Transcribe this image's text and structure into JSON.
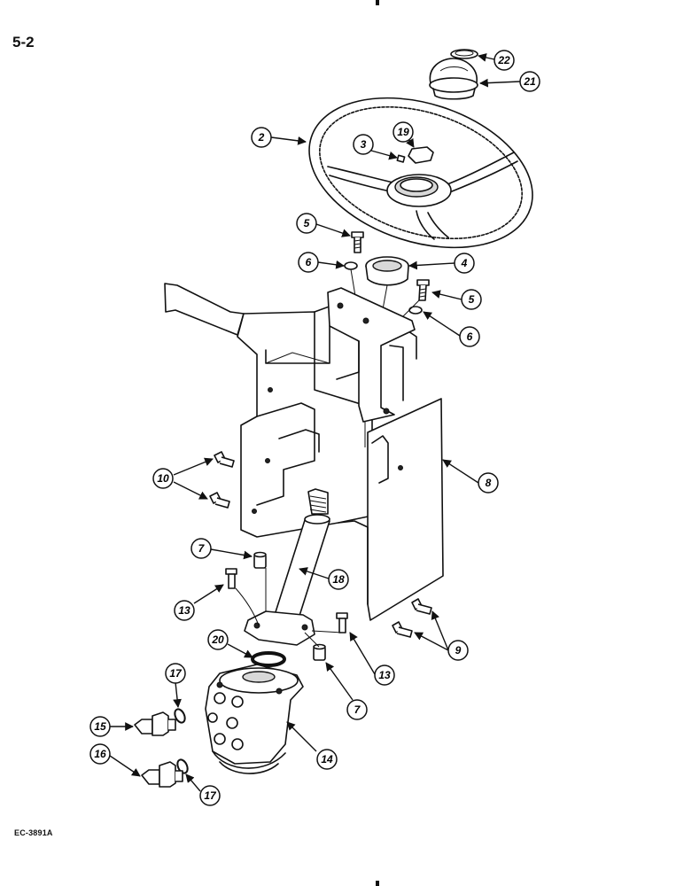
{
  "page_label": "5-2",
  "drawing_code": "EC-3891A",
  "callouts": [
    {
      "id": "c22",
      "number": "22"
    },
    {
      "id": "c21",
      "number": "21"
    },
    {
      "id": "c2",
      "number": "2"
    },
    {
      "id": "c19",
      "number": "19"
    },
    {
      "id": "c3",
      "number": "3"
    },
    {
      "id": "c5a",
      "number": "5"
    },
    {
      "id": "c4",
      "number": "4"
    },
    {
      "id": "c6a",
      "number": "6"
    },
    {
      "id": "c5b",
      "number": "5"
    },
    {
      "id": "c6b",
      "number": "6"
    },
    {
      "id": "c8",
      "number": "8"
    },
    {
      "id": "c10",
      "number": "10"
    },
    {
      "id": "c7a",
      "number": "7"
    },
    {
      "id": "c18",
      "number": "18"
    },
    {
      "id": "c13a",
      "number": "13"
    },
    {
      "id": "c9",
      "number": "9"
    },
    {
      "id": "c20",
      "number": "20"
    },
    {
      "id": "c13b",
      "number": "13"
    },
    {
      "id": "c17a",
      "number": "17"
    },
    {
      "id": "c7b",
      "number": "7"
    },
    {
      "id": "c15",
      "number": "15"
    },
    {
      "id": "c14",
      "number": "14"
    },
    {
      "id": "c16",
      "number": "16"
    },
    {
      "id": "c17b",
      "number": "17"
    }
  ]
}
